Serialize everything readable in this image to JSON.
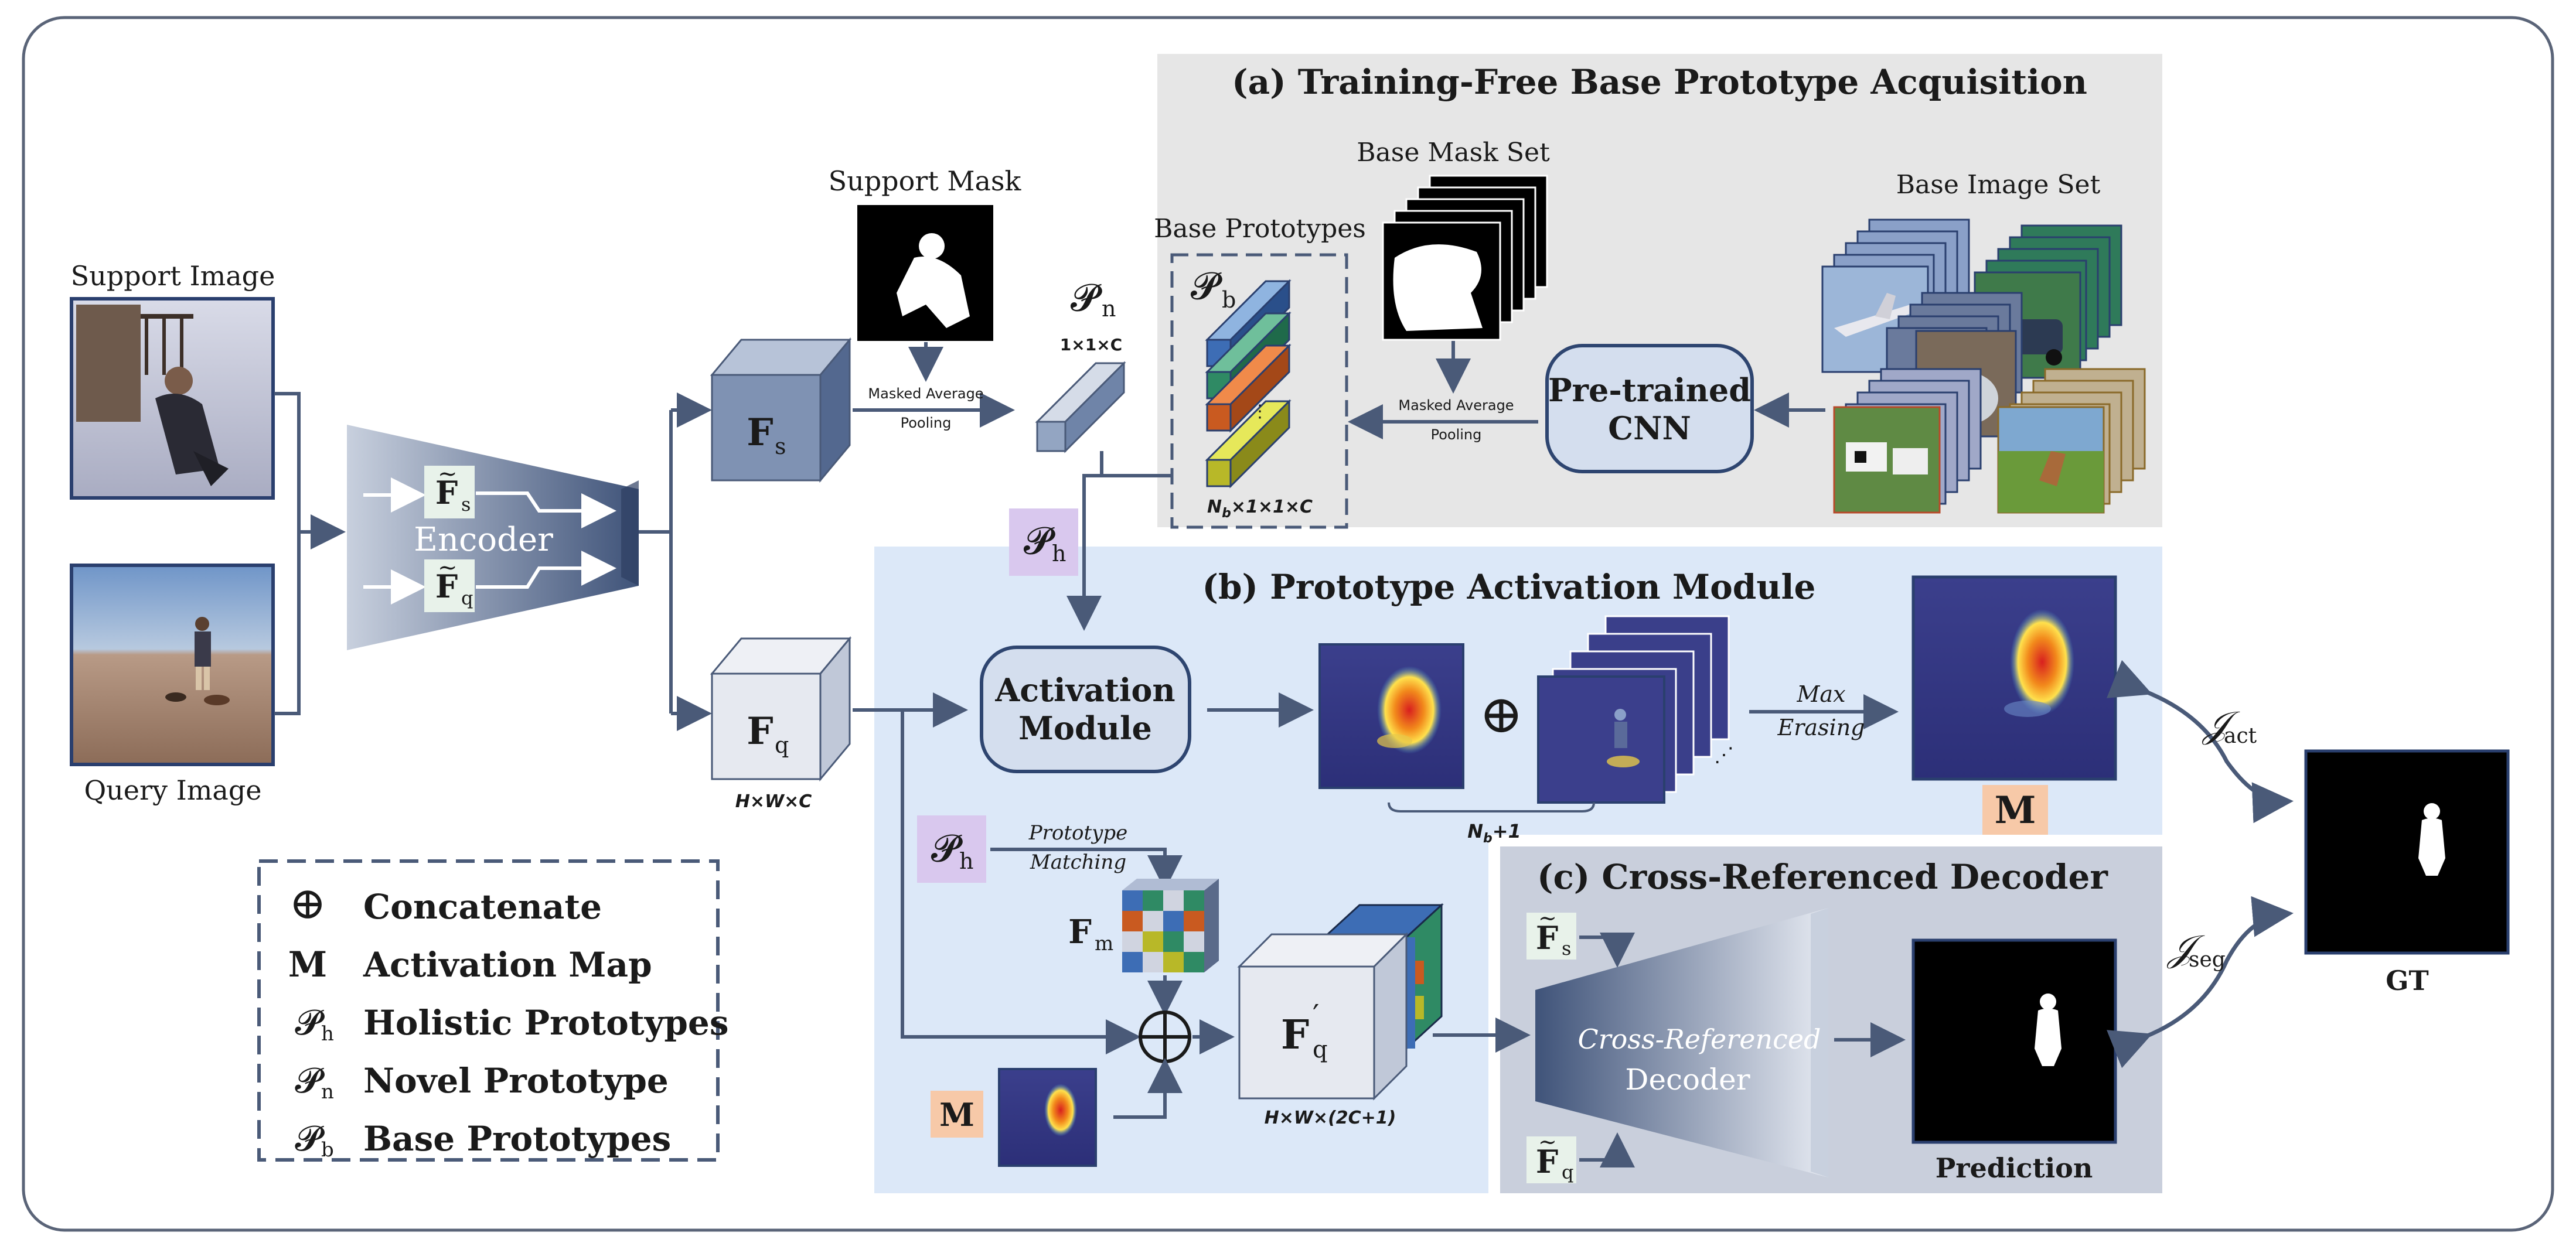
{
  "inputs": {
    "support_image": "Support Image",
    "query_image": "Query Image"
  },
  "encoder": {
    "label": "Encoder",
    "feat_s_sym": "F",
    "feat_s_sub": "s",
    "feat_q_sym": "F",
    "feat_q_sub": "q"
  },
  "features": {
    "fs_sym": "F",
    "fs_sub": "s",
    "fq_sym": "F",
    "fq_sub": "q",
    "fq_dims": "H×W×C",
    "support_mask": "Support Mask",
    "masked_pooling_1": "Masked Average",
    "masked_pooling_2": "Pooling",
    "pn_sym": "𝓟",
    "pn_sub": "n",
    "pn_dims": "1×1×C",
    "ph_sym": "𝓟",
    "ph_sub": "h"
  },
  "section_a": {
    "title": "(a) Training-Free Base Prototype Acquisition",
    "base_prototypes": "Base Prototypes",
    "pb_sym": "𝓟",
    "pb_sub": "b",
    "pb_dims": "N",
    "pb_dims_sub": "b",
    "pb_dims_rest": "×1×1×C",
    "base_mask_set": "Base Mask Set",
    "base_image_set": "Base Image Set",
    "masked_pooling_1": "Masked Average",
    "masked_pooling_2": "Pooling",
    "cnn_line1": "Pre-trained",
    "cnn_line2": "CNN"
  },
  "section_b": {
    "title": "(b) Prototype Activation Module",
    "activation_line1": "Activation",
    "activation_line2": "Module",
    "concat_symbol": "⊕",
    "max_erasing_1": "Max",
    "max_erasing_2": "Erasing",
    "count_label": "N",
    "count_sub": "b",
    "count_rest": "+1",
    "m_badge": "M",
    "ph_sym": "𝓟",
    "ph_sub": "h",
    "prototype_matching_1": "Prototype",
    "prototype_matching_2": "Matching",
    "fm_sym": "F",
    "fm_sub": "m",
    "fq_prime_sym": "F",
    "fq_prime_sub": "q",
    "fq_prime_mark": "′",
    "fq_prime_dims": "H×W×(2C+1)",
    "m_badge_2": "M"
  },
  "section_c": {
    "title": "(c) Cross-Referenced Decoder",
    "decoder_line1": "Cross-Referenced",
    "decoder_line2": "Decoder",
    "fs_sym": "F",
    "fs_sub": "s",
    "fq_sym": "F",
    "fq_sub": "q",
    "prediction": "Prediction"
  },
  "losses": {
    "act_sym": "𝒥",
    "act_sub": "act",
    "seg_sym": "𝒥",
    "seg_sub": "seg"
  },
  "gt": {
    "label": "GT"
  },
  "legend": [
    {
      "symbol": "⊕",
      "text": "Concatenate"
    },
    {
      "symbol": "M",
      "text": "Activation Map"
    },
    {
      "symbol": "𝓟",
      "sub": "h",
      "text": "Holistic Prototypes"
    },
    {
      "symbol": "𝓟",
      "sub": "n",
      "text": "Novel Prototype"
    },
    {
      "symbol": "𝓟",
      "sub": "b",
      "text": "Base Prototypes"
    }
  ],
  "colors": {
    "arrow": "#4a5a78",
    "panel_a": "#e6e6e6",
    "panel_b": "#dce8f8",
    "panel_c": "#c9cfdc",
    "purple_badge": "#d9c8ee",
    "orange_badge": "#f7c9a8",
    "blue_cube": "#6f84a8"
  }
}
